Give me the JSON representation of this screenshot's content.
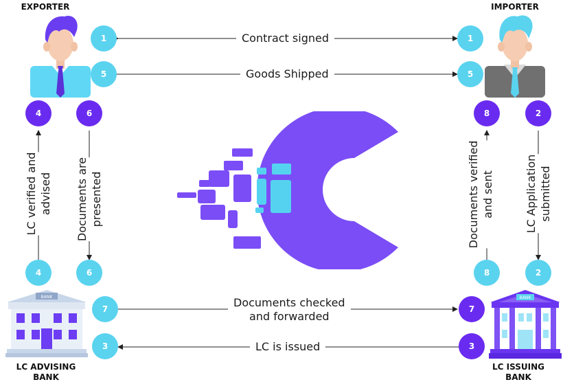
{
  "roles": {
    "exporter": "EXPORTER",
    "importer": "IMPORTER",
    "advising_bank": "LC ADVISING BANK",
    "issuing_bank": "LC ISSUING BANK",
    "issuing_bank_line1": "LC ISSUING",
    "issuing_bank_line2": "BANK"
  },
  "flows": {
    "contract_signed": "Contract signed",
    "goods_shipped": "Goods Shipped",
    "documents_checked_1": "Documents checked",
    "documents_checked_2": "and forwarded",
    "lc_issued": "LC is issued"
  },
  "vertical_labels": {
    "lc_verified_1": "LC verified and",
    "lc_verified_2": "advised",
    "docs_presented_1": "Documents are",
    "docs_presented_2": "presented",
    "docs_verified_1": "Documents verified",
    "docs_verified_2": "and sent",
    "lc_application_1": "LC Application",
    "lc_application_2": "submitted"
  },
  "badges": {
    "exp_1": "1",
    "exp_5": "5",
    "imp_1": "1",
    "imp_5": "5",
    "exp_4_top": "4",
    "exp_6_top": "6",
    "imp_8_top": "8",
    "imp_2_top": "2",
    "adv_4": "4",
    "adv_6": "6",
    "iss_8": "8",
    "iss_2": "2",
    "adv_7": "7",
    "adv_3": "3",
    "iss_7": "7",
    "iss_3": "3"
  },
  "bank_sign": "BANK",
  "colors": {
    "cyan": "#5ad3ef",
    "purple": "#6a2bf0",
    "logo_purple": "#7b4df6",
    "logo_cyan": "#55d2f0"
  },
  "icons": [
    "exporter-person-icon",
    "importer-person-icon",
    "advising-bank-icon",
    "issuing-bank-icon",
    "brand-logo-icon"
  ]
}
